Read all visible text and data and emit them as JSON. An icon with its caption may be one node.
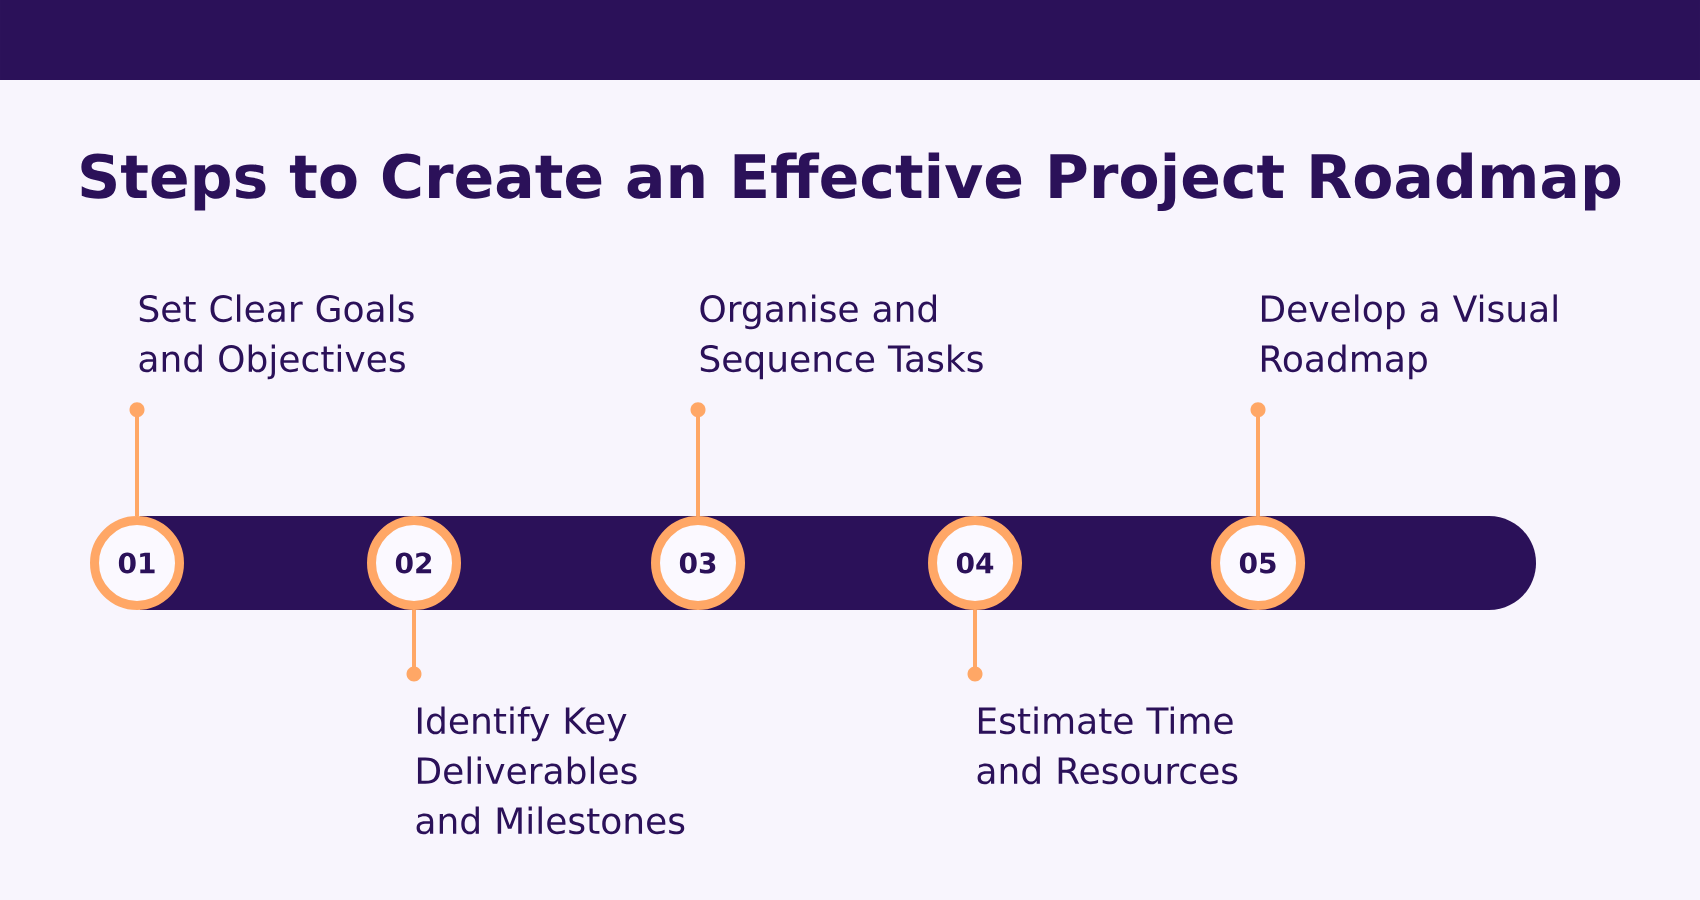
{
  "diagram": {
    "title": "Steps to Create an Effective Project Roadmap",
    "nodes": [
      {
        "text": [
          "01"
        ]
      },
      {
        "text": [
          "Set Clear Goals and Objectives"
        ]
      },
      {
        "text": [
          "02"
        ]
      },
      {
        "text": [
          "Identify Key Deliverables and Milestones"
        ]
      },
      {
        "text": [
          "03"
        ]
      },
      {
        "text": [
          "Organise and Sequence Tasks"
        ]
      },
      {
        "text": [
          "04"
        ]
      },
      {
        "text": [
          "Estimate Time and Resources"
        ]
      },
      {
        "text": [
          "05"
        ]
      },
      {
        "text": [
          "Develop a Visual Roadmap"
        ]
      }
    ],
    "edges": [
      {
        "from": 0,
        "to": 1,
        "arrow": "other"
      },
      {
        "from": 2,
        "to": 3,
        "arrow": "other"
      },
      {
        "from": 4,
        "to": 5,
        "arrow": "other"
      },
      {
        "from": 6,
        "to": 7,
        "arrow": "other"
      },
      {
        "from": 8,
        "to": 9,
        "arrow": "other"
      }
    ]
  }
}
